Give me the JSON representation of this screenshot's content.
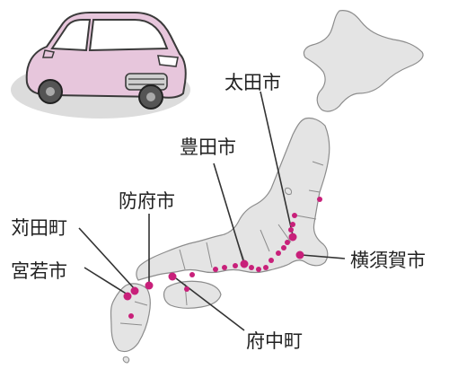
{
  "colors": {
    "land": "#e4e4e4",
    "border": "#8c8c8c",
    "marker": "#c8207a",
    "leader": "#333333",
    "car_body": "#e7c6dc",
    "car_outline": "#3a3a3a",
    "shadow": "#dcdcdc"
  },
  "illustration": {
    "icon": "car-icon"
  },
  "cities": [
    {
      "id": "ota",
      "label": "太田市"
    },
    {
      "id": "toyota",
      "label": "豊田市"
    },
    {
      "id": "hofu",
      "label": "防府市"
    },
    {
      "id": "kanda",
      "label": "苅田町"
    },
    {
      "id": "miyawaka",
      "label": "宮若市"
    },
    {
      "id": "yokosuka",
      "label": "横須賀市"
    },
    {
      "id": "fuchu",
      "label": "府中町"
    }
  ]
}
